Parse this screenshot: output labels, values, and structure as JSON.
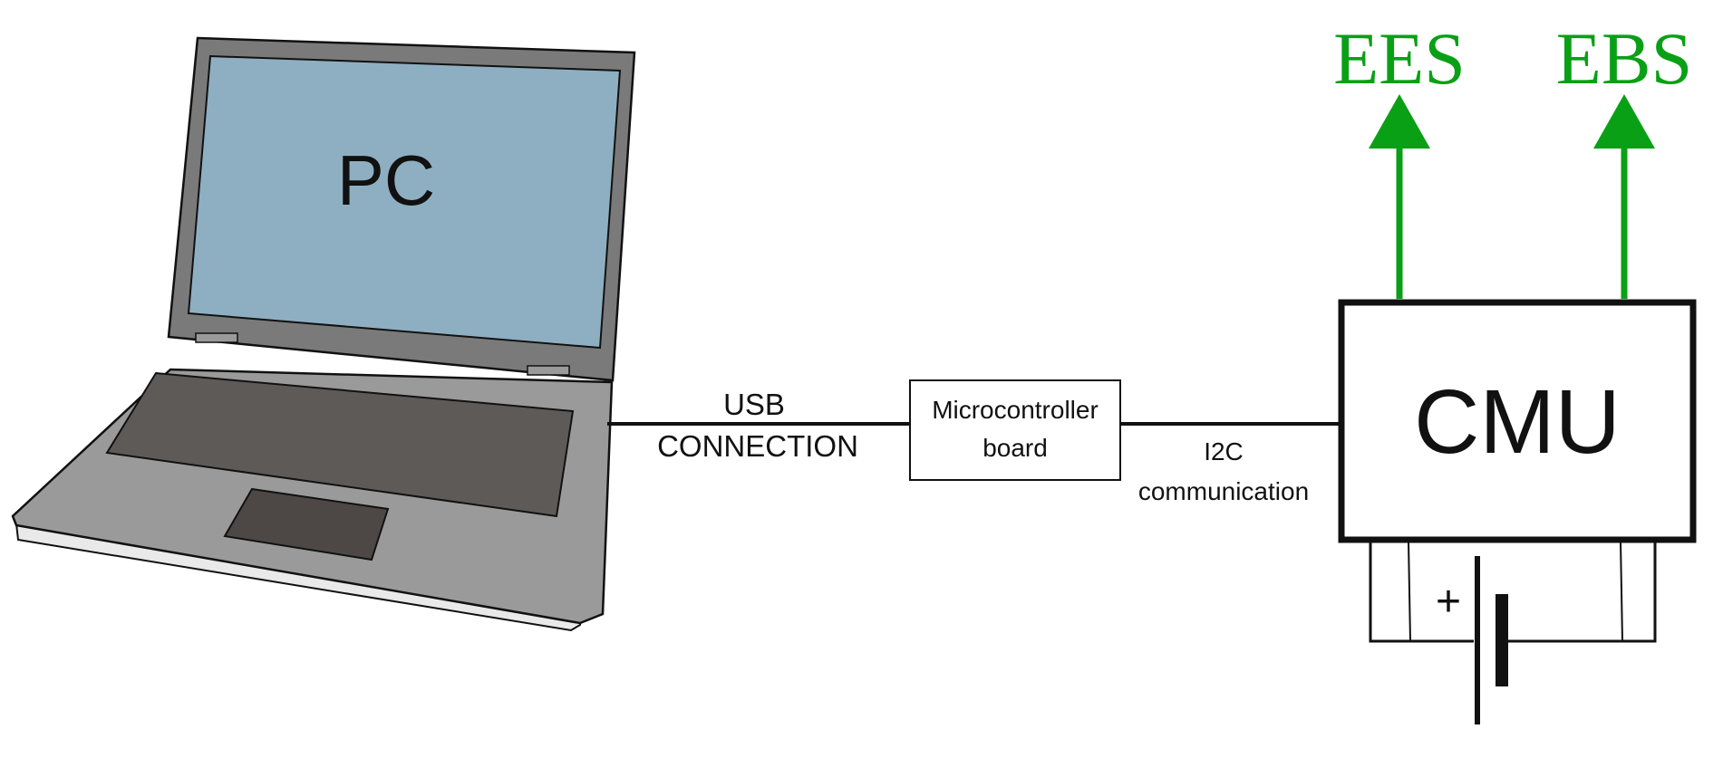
{
  "labels": {
    "pc": "PC",
    "usb_line1": "USB",
    "usb_line2": "CONNECTION",
    "mcu_line1": "Microcontroller",
    "mcu_line2": "board",
    "i2c_line1": "I2C",
    "i2c_line2": "communication",
    "cmu": "CMU",
    "ees": "EES",
    "ebs": "EBS",
    "plus": "+"
  },
  "colors": {
    "line": "#111111",
    "screen": "#8eafc2",
    "laptop_body": "#9a9a9a",
    "laptop_frame": "#7a7a7a",
    "keyboard": "#5e5a57",
    "touchpad": "#4d4846",
    "output_arrow": "#0aa016"
  }
}
